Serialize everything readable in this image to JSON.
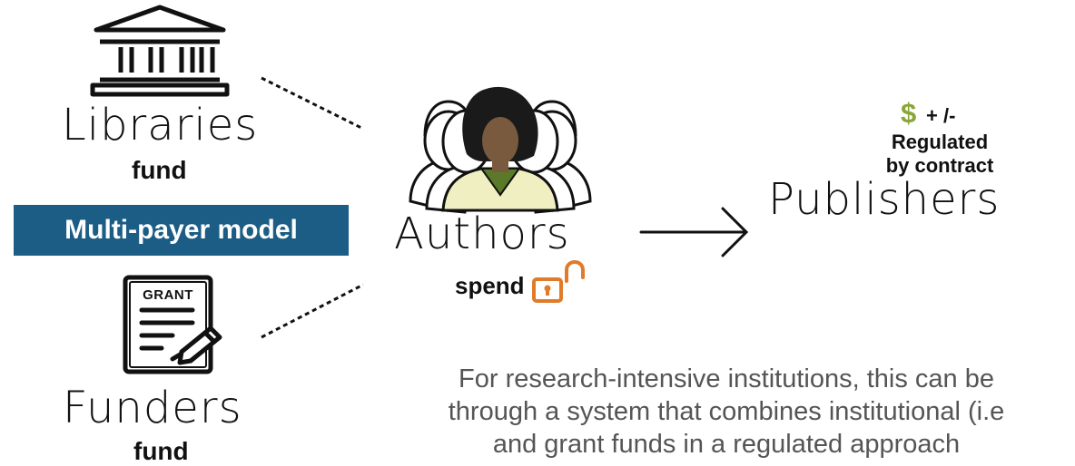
{
  "libraries": {
    "name": "Libraries",
    "role": "fund"
  },
  "funders": {
    "name": "Funders",
    "role": "fund",
    "grant_label": "GRANT"
  },
  "model_badge": "Multi-payer model",
  "authors": {
    "name": "Authors",
    "role": "spend"
  },
  "publishers": {
    "name": "Publishers",
    "currency_symbol": "$",
    "price_note": "+ /-",
    "regulation_line1": "Regulated",
    "regulation_line2": "by contract"
  },
  "note": {
    "line1": "For research-intensive institutions, this can be",
    "line2": "through a system that combines institutional (i.e",
    "line3": "and grant funds in a regulated approach"
  },
  "colors": {
    "badge": "#1c5d86",
    "accent_orange": "#e07b2a",
    "dollar_green": "#8aa63a",
    "note_text": "#555555"
  }
}
